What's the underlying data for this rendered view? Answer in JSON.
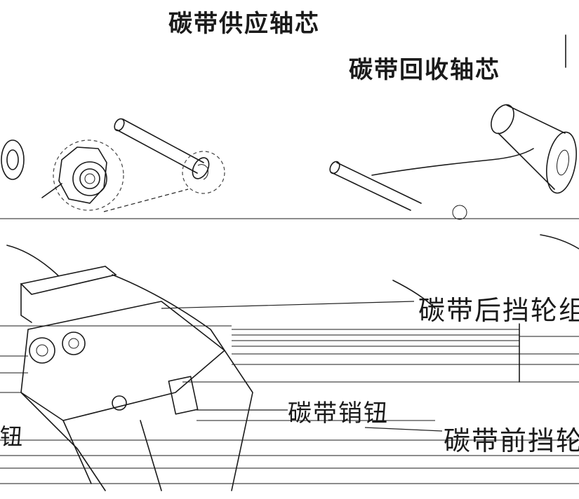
{
  "labels": {
    "supply_core": "碳带供应轴芯",
    "takeup_core": "碳带回收轴芯",
    "rear_guide": "碳带后挡轮组",
    "ribbon_pin": "碳带销钮",
    "front_guide": "碳带前挡轮",
    "left_fragment": "钮"
  },
  "colors": {
    "ink": "#1a1a1a",
    "background": "#ffffff"
  }
}
